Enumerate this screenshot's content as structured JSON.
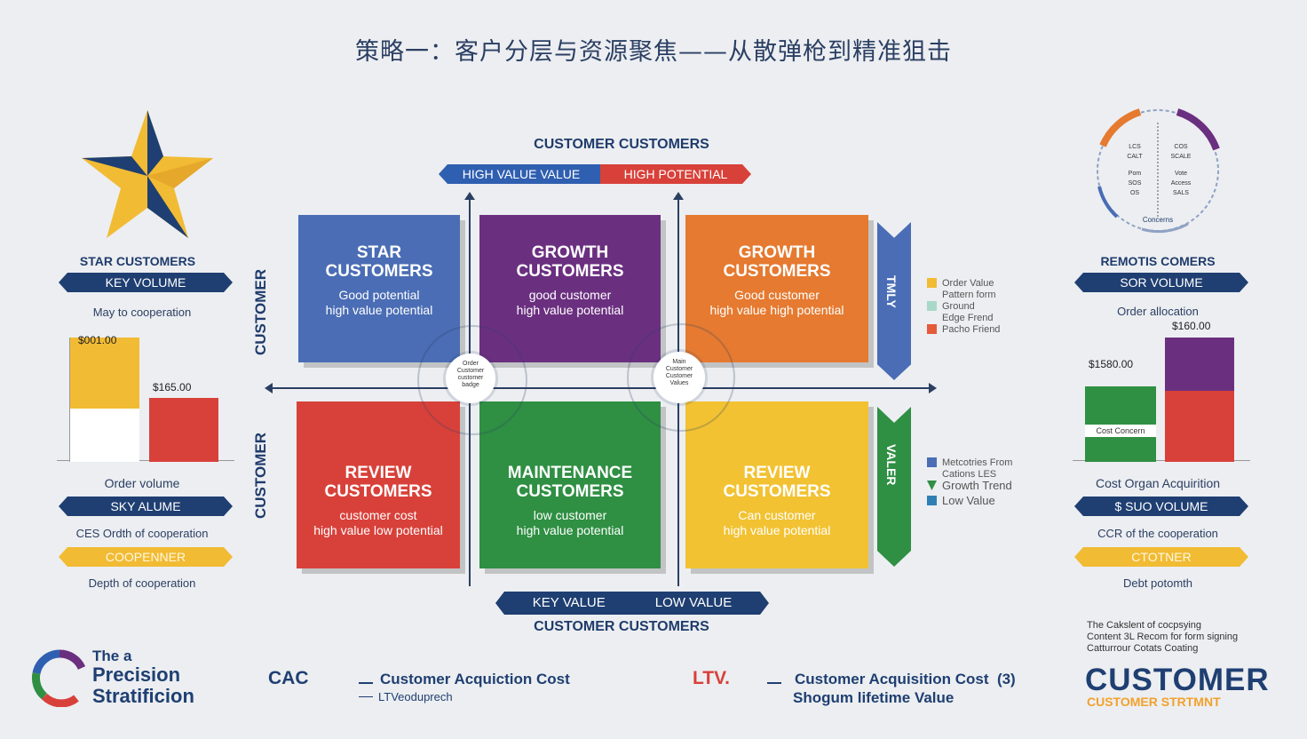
{
  "title": "策略一：客户分层与资源聚焦——从散弹枪到精准狙击",
  "matrix": {
    "top_heading": "CUSTOMER CUSTOMERS",
    "top_ribbon_left": "HIGH VALUE VALUE",
    "top_ribbon_right": "HIGH POTENTIAL",
    "bottom_ribbon_left": "KEY VALUE",
    "bottom_ribbon_right": "LOW VALUE",
    "bottom_heading": "CUSTOMER CUSTOMERS",
    "left_axis_top": "CUSTOMER",
    "left_axis_bottom": "CUSTOMER",
    "right_arrow_top": "TMLY",
    "right_arrow_bottom": "VALER",
    "quadrants": [
      {
        "title_1": "STAR",
        "title_2": "CUSTOMERS",
        "sub_1": "Good potential",
        "sub_2": "high value potential",
        "color": "#4a6db5"
      },
      {
        "title_1": "GROWTH",
        "title_2": "CUSTOMERS",
        "sub_1": "good customer",
        "sub_2": "high value potential",
        "color": "#6b2f80"
      },
      {
        "title_1": "GROWTH",
        "title_2": "CUSTOMERS",
        "sub_1": "Good customer",
        "sub_2": "high value high potential",
        "color": "#e57a30"
      },
      {
        "title_1": "REVIEW",
        "title_2": "CUSTOMERS",
        "sub_1": "customer cost",
        "sub_2": "high value low potential",
        "color": "#d8413a"
      },
      {
        "title_1": "MAINTENANCE",
        "title_2": "CUSTOMERS",
        "sub_1": "low customer",
        "sub_2": "high value potential",
        "color": "#2f8f43"
      },
      {
        "title_1": "REVIEW",
        "title_2": "CUSTOMERS",
        "sub_1": "Can customer",
        "sub_2": "high value potential",
        "color": "#f2c232"
      }
    ],
    "center_left_lines": [
      "Order",
      "Customer",
      "customer",
      "badge"
    ],
    "center_right_lines": [
      "Main",
      "Customer",
      "Customer",
      "Values"
    ],
    "legend_top": [
      {
        "label": "Order Value",
        "color": "#f2bb34"
      },
      {
        "label": "Pattern form",
        "color": ""
      },
      {
        "label": "Ground",
        "color": "#a8d8c8"
      },
      {
        "label": "Edge Frend",
        "color": ""
      },
      {
        "label": "Pacho Friend",
        "color": "#e55a3a"
      }
    ],
    "legend_bottom": [
      {
        "label": "Metcotries From",
        "color": "#4a6db5"
      },
      {
        "label": "Cations LES",
        "color": ""
      },
      {
        "label": "Growth Trend",
        "color": "#2f8f43"
      },
      {
        "label": "Low Value",
        "color": "#2f7fb5"
      }
    ]
  },
  "left_panel": {
    "heading": "STAR CUSTOMERS",
    "ribbon1": "KEY VOLUME",
    "text1": "May to cooperation",
    "bar_label_1": "$001.00",
    "bar_label_2": "$165.00",
    "bars": [
      {
        "value": 80,
        "color": "#f2bb34"
      },
      {
        "value": 72,
        "color": "#d8413a"
      }
    ],
    "text2": "Order volume",
    "ribbon2": "SKY ALUME",
    "text3": "CES Ordth of cooperation",
    "ribbon3": "COOPENNER",
    "text4": "Depth of cooperation"
  },
  "right_panel": {
    "heading": "REMOTIS COMERS",
    "ribbon1": "SOR VOLUME",
    "text1": "Order allocation",
    "bar_label_1": "$160.00",
    "bar_label_2": "$1580.00",
    "bar_inner_label": "Cost Concern",
    "bars": [
      {
        "value": 85,
        "color": "#2f8f43"
      },
      {
        "value": 140,
        "color": "#d8413a",
        "top_value": 60,
        "top_color": "#6b2f80"
      }
    ],
    "text2": "Cost Organ Acquirition",
    "ribbon2": "$ SUO VOLUME",
    "text3": "CCR of the cooperation",
    "ribbon3": "CTOTNER",
    "text4": "Debt potomth"
  },
  "ring": {
    "left_lines": [
      "LCS",
      "CALT",
      "Pom",
      "SOS",
      "OS"
    ],
    "right_lines": [
      "COS",
      "SCALE",
      "Vote",
      "Access",
      "SALS"
    ],
    "bottom": "Concerns"
  },
  "footer": {
    "logo_line1": "The a",
    "logo_line2": "Precision",
    "logo_line3": "Stratificion",
    "cac_label": "CAC",
    "cac_line1": "Customer Acquiction Cost",
    "cac_line2": "LTVeoduprech",
    "ltv_label": "LTV.",
    "ltv_line1": "Customer Acquisition Cost  (3)",
    "ltv_line2": "Shogum lifetime Value",
    "note_1": "The Cakslent of cocpsying",
    "note_2": "Content 3L Recom for form signing",
    "note_3": "Catturrour Cotats Coating",
    "brand": "CUSTOMER",
    "brand_sub": "CUSTOMER STRTMNT"
  },
  "colors": {
    "navy": "#1f3f72",
    "accent_red": "#d8413a",
    "accent_yellow": "#f2bb34",
    "accent_green": "#2f8f43",
    "accent_purple": "#6b2f80",
    "accent_orange": "#e57a30",
    "accent_blue": "#4a6db5"
  }
}
